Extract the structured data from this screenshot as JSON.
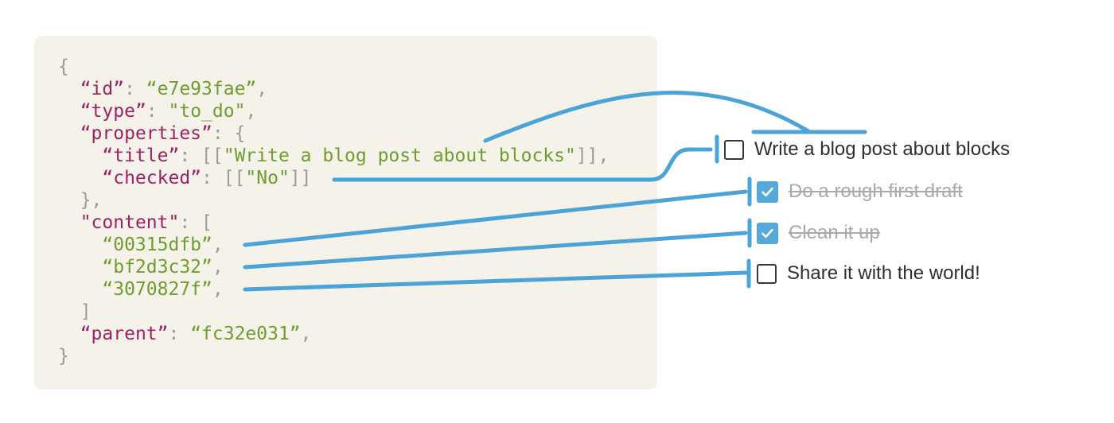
{
  "colors": {
    "accent_blue": "#4ba3d7",
    "checkbox_checked_fill": "#54a8da",
    "checkbox_border": "#383838",
    "code_background": "#f5f2ea",
    "json_key": "#a02162",
    "json_string": "#6f9d2f",
    "json_punctuation": "#9b9b93",
    "todo_text": "#2f2f2f",
    "todo_done_text": "#a9a9a9"
  },
  "code_block": {
    "lines": [
      [
        [
          "p",
          "{"
        ]
      ],
      [
        [
          "p",
          "  "
        ],
        [
          "k",
          "“id”"
        ],
        [
          "p",
          ": "
        ],
        [
          "s",
          "“e7e93fae”"
        ],
        [
          "p",
          ","
        ]
      ],
      [
        [
          "p",
          "  "
        ],
        [
          "k",
          "“type”"
        ],
        [
          "p",
          ": "
        ],
        [
          "s",
          "\"to_do\""
        ],
        [
          "p",
          ","
        ]
      ],
      [
        [
          "p",
          "  "
        ],
        [
          "k",
          "“properties”"
        ],
        [
          "p",
          ": {"
        ]
      ],
      [
        [
          "p",
          "    "
        ],
        [
          "k",
          "“title”"
        ],
        [
          "p",
          ": [["
        ],
        [
          "s",
          "\"Write a blog post about blocks\""
        ],
        [
          "p",
          "]],"
        ]
      ],
      [
        [
          "p",
          "    "
        ],
        [
          "k",
          "“checked”"
        ],
        [
          "p",
          ": [["
        ],
        [
          "s",
          "\"No\""
        ],
        [
          "p",
          "]]"
        ]
      ],
      [
        [
          "p",
          "  },"
        ]
      ],
      [
        [
          "p",
          "  "
        ],
        [
          "k",
          "\"content\""
        ],
        [
          "p",
          ": ["
        ]
      ],
      [
        [
          "p",
          "    "
        ],
        [
          "s",
          "“00315dfb”"
        ],
        [
          "p",
          ","
        ]
      ],
      [
        [
          "p",
          "    "
        ],
        [
          "s",
          "“bf2d3c32”"
        ],
        [
          "p",
          ","
        ]
      ],
      [
        [
          "p",
          "    "
        ],
        [
          "s",
          "“3070827f”"
        ],
        [
          "p",
          ","
        ]
      ],
      [
        [
          "p",
          "  ]"
        ]
      ],
      [
        [
          "p",
          "  "
        ],
        [
          "k",
          "“parent”"
        ],
        [
          "p",
          ": "
        ],
        [
          "s",
          "“fc32e031”"
        ],
        [
          "p",
          ","
        ]
      ],
      [
        [
          "p",
          "}"
        ]
      ]
    ]
  },
  "todo_list": {
    "items": [
      {
        "label": "Write a blog post about blocks",
        "checked": false
      },
      {
        "label": "Do a rough first draft",
        "checked": true
      },
      {
        "label": "Clean it up",
        "checked": true
      },
      {
        "label": "Share it with the world!",
        "checked": false
      }
    ]
  },
  "connectors": [
    {
      "name": "connector-title-curve",
      "from": "properties.title",
      "to": "todo-1-label"
    },
    {
      "name": "connector-checked-line",
      "from": "properties.checked",
      "to": "todo-1-checkbox"
    },
    {
      "name": "connector-content-1",
      "from": "content.00315dfb",
      "to": "todo-2"
    },
    {
      "name": "connector-content-2",
      "from": "content.bf2d3c32",
      "to": "todo-3"
    },
    {
      "name": "connector-content-3",
      "from": "content.3070827f",
      "to": "todo-4"
    }
  ]
}
